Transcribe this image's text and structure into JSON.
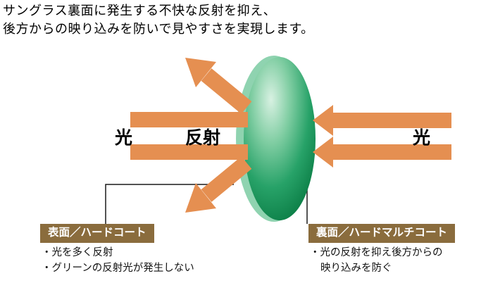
{
  "colors": {
    "arrow": "#e58f51",
    "box": "#8a6c3d",
    "lens_light": "#d8f1e2",
    "lens_mid": "#27a268",
    "lens_dark": "#0e8149",
    "lens_edge": "#07663b",
    "lens_rim": "#8fd3b0",
    "connector": "#1a1a1a"
  },
  "header": {
    "line1": "サングラス裏面に発生する不快な反射を抑え、",
    "line2": "後方からの映り込みを防いで見やすさを実現します。"
  },
  "diagram": {
    "left_light_label": "光",
    "reflection_label": "反射",
    "right_light_label": "光"
  },
  "front_coat": {
    "title": "表面／ハードコート",
    "bullets": [
      "・光を多く反射",
      "・グリーンの反射光が発生しない"
    ]
  },
  "back_coat": {
    "title": "裏面／ハードマルチコート",
    "bullets": [
      "・光の反射を抑え後方からの",
      "映り込みを防ぐ"
    ]
  }
}
